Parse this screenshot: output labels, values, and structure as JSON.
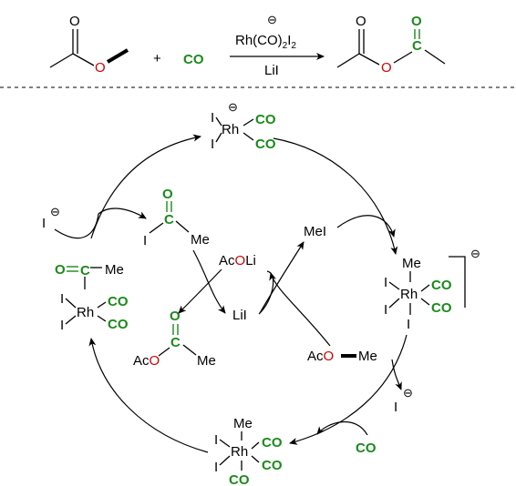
{
  "colors": {
    "green": "#1a8a1a",
    "red": "#d40000",
    "black": "#000000"
  },
  "reaction": {
    "plus": "+",
    "co": "CO",
    "o": "O",
    "c": "C",
    "catalyst_prefix": "Rh(CO)",
    "sub2": "2",
    "i": "I",
    "sub2b": "2",
    "additive": "LiI",
    "minus": "⊖"
  },
  "cycle": {
    "rh": "Rh",
    "i": "I",
    "co": "CO",
    "me": "Me",
    "o": "O",
    "c": "C",
    "minus": "⊖",
    "meI": "MeI",
    "acoli_ac": "Ac",
    "acoli_o": "O",
    "acoli_li": "Li",
    "lii": "LiI",
    "ac": "Ac",
    "aco_me_me": "Me",
    "iodide_free": "I",
    "co_free": "CO"
  }
}
